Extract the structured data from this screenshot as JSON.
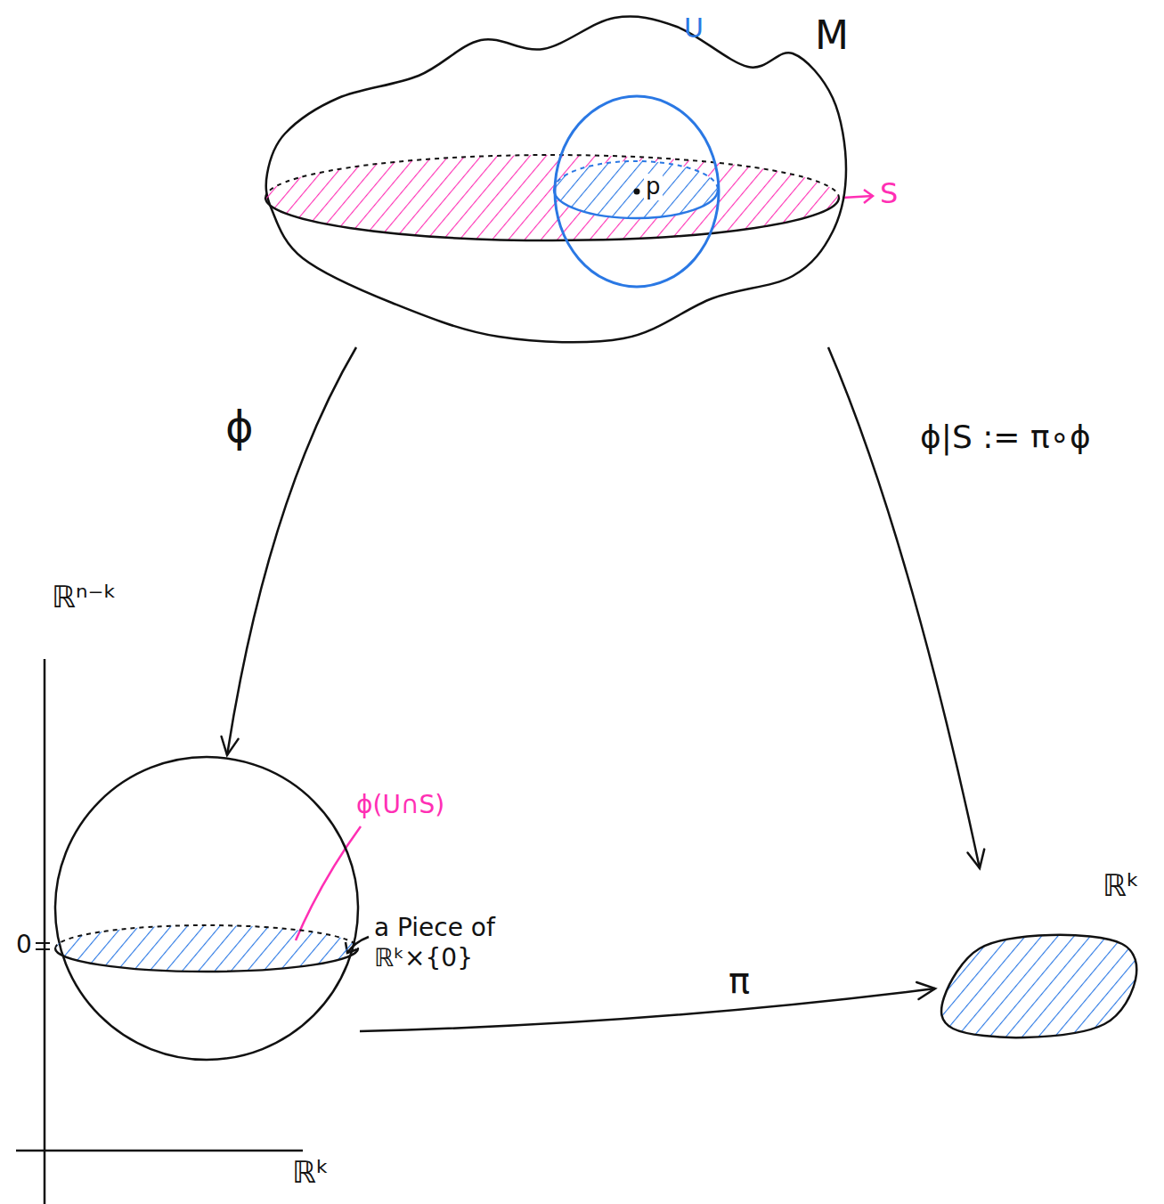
{
  "diagram": {
    "nodes": [
      {
        "text": [
          "M"
        ]
      },
      {
        "text": [
          "U",
          "p"
        ],
        "in": 0
      },
      {
        "text": [
          "ϕ(U∩S)"
        ]
      },
      {
        "text": [
          "ℝᵏ"
        ]
      }
    ],
    "edges": [
      {
        "from": 0,
        "to": 2,
        "arrow": "to",
        "label": "ϕ"
      },
      {
        "from": 0,
        "to": 3,
        "arrow": "to",
        "label": "ϕ|S := π∘ϕ"
      },
      {
        "from": 2,
        "to": 3,
        "arrow": "to",
        "label": "π"
      }
    ],
    "labels": [
      "S",
      "ℝⁿ⁻ᵏ",
      "0",
      "ℝᵏ",
      "a Piece of ℝᵏ×{0}"
    ]
  }
}
